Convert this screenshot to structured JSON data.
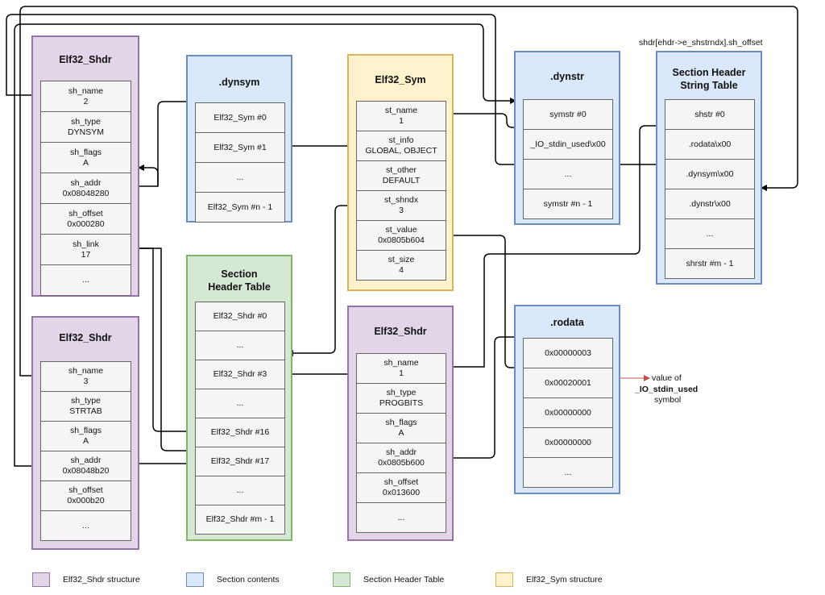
{
  "groups": {
    "shdr1": {
      "title": "Elf32_Shdr",
      "cells": [
        [
          "sh_name",
          "2"
        ],
        [
          "sh_type",
          "DYNSYM"
        ],
        [
          "sh_flags",
          "A"
        ],
        [
          "sh_addr",
          "0x08048280"
        ],
        [
          "sh_offset",
          "0x000280"
        ],
        [
          "sh_link",
          "17"
        ],
        [
          "..."
        ]
      ]
    },
    "shdr2": {
      "title": "Elf32_Shdr",
      "cells": [
        [
          "sh_name",
          "3"
        ],
        [
          "sh_type",
          "STRTAB"
        ],
        [
          "sh_flags",
          "A"
        ],
        [
          "sh_addr",
          "0x08048b20"
        ],
        [
          "sh_offset",
          "0x000b20"
        ],
        [
          "..."
        ]
      ]
    },
    "dynsym": {
      "title": ".dynsym",
      "cells": [
        [
          "Elf32_Sym #0"
        ],
        [
          "Elf32_Sym #1"
        ],
        [
          "..."
        ],
        [
          "Elf32_Sym #n - 1"
        ]
      ]
    },
    "sht": {
      "title": "Section Header Table",
      "cells": [
        [
          "Elf32_Shdr #0"
        ],
        [
          "..."
        ],
        [
          "Elf32_Shdr #3"
        ],
        [
          "..."
        ],
        [
          "Elf32_Shdr #16"
        ],
        [
          "Elf32_Shdr #17"
        ],
        [
          "..."
        ],
        [
          "Elf32_Shdr #m - 1"
        ]
      ]
    },
    "sym": {
      "title": "Elf32_Sym",
      "cells": [
        [
          "st_name",
          "1"
        ],
        [
          "st_info",
          "GLOBAL, OBJECT"
        ],
        [
          "st_other",
          "DEFAULT"
        ],
        [
          "st_shndx",
          "3"
        ],
        [
          "st_value",
          "0x0805b604"
        ],
        [
          "st_size",
          "4"
        ]
      ]
    },
    "shdr3": {
      "title": "Elf32_Shdr",
      "cells": [
        [
          "sh_name",
          "1"
        ],
        [
          "sh_type",
          "PROGBITS"
        ],
        [
          "sh_flags",
          "A"
        ],
        [
          "sh_addr",
          "0x0805b600"
        ],
        [
          "sh_offset",
          "0x013600"
        ],
        [
          "..."
        ]
      ]
    },
    "dynstr": {
      "title": ".dynstr",
      "cells": [
        [
          "symstr #0"
        ],
        [
          "_IO_stdin_used\\x00"
        ],
        [
          "..."
        ],
        [
          "symstr #n - 1"
        ]
      ]
    },
    "rodata": {
      "title": ".rodata",
      "cells": [
        [
          "0x00000003"
        ],
        [
          "0x00020001"
        ],
        [
          "0x00000000"
        ],
        [
          "0x00000000"
        ],
        [
          "..."
        ]
      ]
    },
    "shstrtab": {
      "title": "Section Header String Table",
      "cells": [
        [
          "shstr #0"
        ],
        [
          ".rodata\\x00"
        ],
        [
          ".dynsym\\x00"
        ],
        [
          ".dynstr\\x00"
        ],
        [
          "..."
        ],
        [
          "shrstr #m - 1"
        ]
      ]
    }
  },
  "notes": {
    "shstr_offset": "shdr[ehdr->e_shstrndx].sh_offset",
    "value_of_line1": "value of",
    "value_of_line2": "_IO_stdin_used",
    "value_of_line3": "symbol"
  },
  "legend": [
    {
      "label": "Elf32_Shdr structure",
      "fill": "#e1d5e7",
      "stroke": "#9673a6"
    },
    {
      "label": "Section contents",
      "fill": "#dae8fc",
      "stroke": "#6c8ebf"
    },
    {
      "label": "Section Header Table",
      "fill": "#d5e8d4",
      "stroke": "#82b366"
    },
    {
      "label": "Elf32_Sym structure",
      "fill": "#fff2cc",
      "stroke": "#d6b656"
    }
  ],
  "colors": {
    "arrow": "#000000",
    "note_arrow": "#c0504d"
  }
}
